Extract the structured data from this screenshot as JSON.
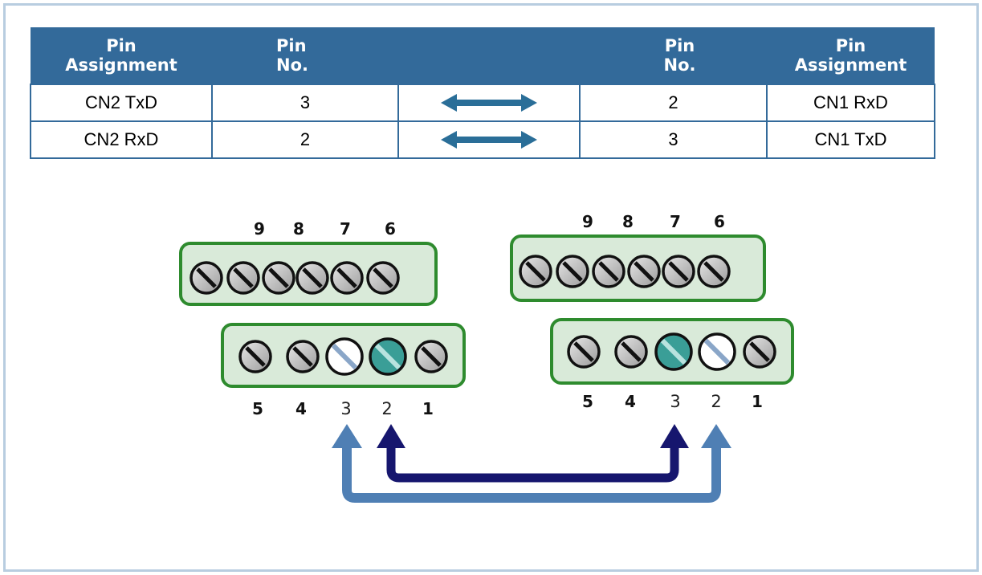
{
  "table": {
    "headers": [
      {
        "line1": "Pin",
        "line2": "Assignment"
      },
      {
        "line1": "Pin",
        "line2": "No."
      },
      {
        "line1": "",
        "line2": ""
      },
      {
        "line1": "Pin",
        "line2": "No."
      },
      {
        "line1": "Pin",
        "line2": "Assignment"
      }
    ],
    "rows": [
      {
        "left_assignment": "CN2 TxD",
        "left_pin": "3",
        "arrow": "double-arrow-icon",
        "right_pin": "2",
        "right_assignment": "CN1 RxD"
      },
      {
        "left_assignment": "CN2 RxD",
        "left_pin": "2",
        "arrow": "double-arrow-icon",
        "right_pin": "3",
        "right_assignment": "CN1 TxD"
      }
    ]
  },
  "connectors": {
    "left": {
      "top_pins": [
        "9",
        "8",
        "7",
        "6"
      ],
      "bottom_pins": [
        "5",
        "4",
        "3",
        "2",
        "1"
      ]
    },
    "right": {
      "top_pins": [
        "9",
        "8",
        "7",
        "6"
      ],
      "bottom_pins": [
        "5",
        "4",
        "3",
        "2",
        "1"
      ]
    }
  },
  "colors": {
    "header_bg": "#336a9a",
    "border": "#336a9a",
    "table_arrow": "#2a6e98",
    "connector_outline": "#2e8b2e",
    "connector_fill": "#d9ead9",
    "highlight_teal": "#3a9e97",
    "wire_light": "#4f7fb4",
    "wire_dark": "#16166e",
    "frame": "#b8cde0"
  }
}
